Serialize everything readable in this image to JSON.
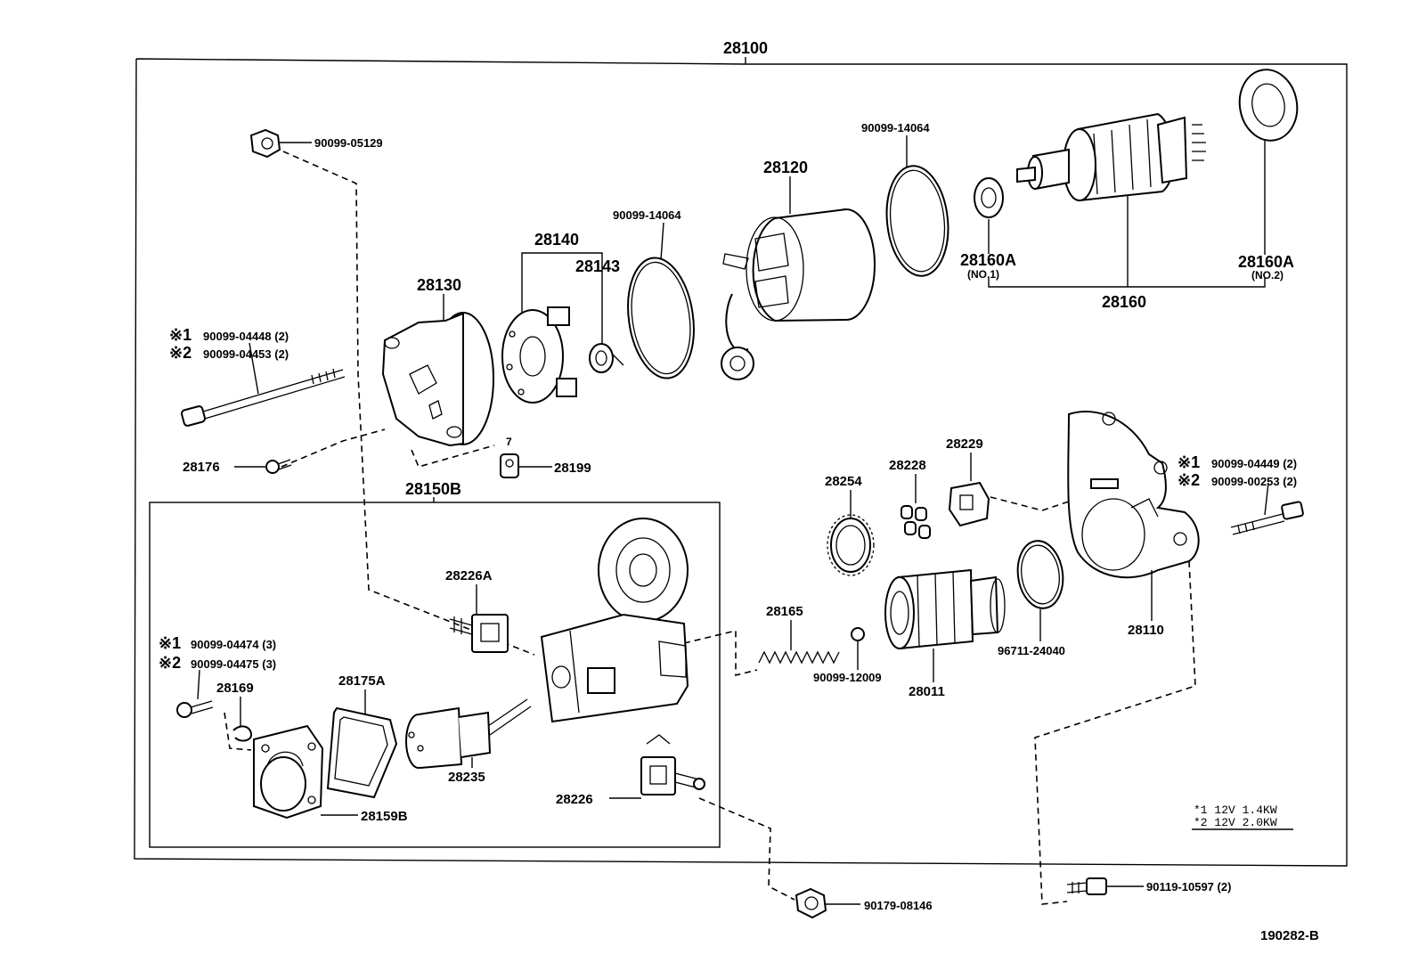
{
  "assembly": "28100",
  "sub_assembly": "28150B",
  "figure_code": "190282-B",
  "notes": [
    "*1 12V 1.4KW",
    "*2 12V 2.0KW"
  ],
  "labels": {
    "p90099_05129": "90099-05129",
    "p90099_14064_a": "90099-14064",
    "p90099_14064_b": "90099-14064",
    "p28120": "28120",
    "p28140": "28140",
    "p28143": "28143",
    "p28130": "28130",
    "p28160A_1": "28160A",
    "p28160A_1_sub": "(NO.1)",
    "p28160A_2": "28160A",
    "p28160A_2_sub": "(NO.2)",
    "p28160": "28160",
    "bolt_left_1": "90099-04448 (2)",
    "bolt_left_2": "90099-04453 (2)",
    "p28176": "28176",
    "p28199": "28199",
    "p28254": "28254",
    "p28228": "28228",
    "p28229": "28229",
    "bolt_right_1": "90099-04449 (2)",
    "bolt_right_2": "90099-00253 (2)",
    "p28226A": "28226A",
    "p28165": "28165",
    "p90099_12009": "90099-12009",
    "p28011": "28011",
    "p96711_24040": "96711-24040",
    "p28110": "28110",
    "screw_1": "90099-04474 (3)",
    "screw_2": "90099-04475 (3)",
    "p28169": "28169",
    "p28175A": "28175A",
    "p28235": "28235",
    "p28226": "28226",
    "p28159B": "28159B",
    "p90179_08146": "90179-08146",
    "p90119_10597": "90119-10597 (2)",
    "mark_1": "※1",
    "mark_2": "※2"
  }
}
